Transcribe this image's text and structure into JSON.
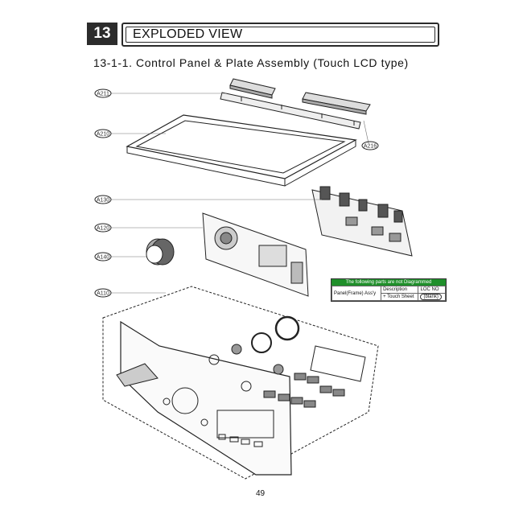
{
  "section": {
    "number": "13",
    "title": "EXPLODED VIEW"
  },
  "subtitle": "13-1-1. Control Panel & Plate Assembly (Touch LCD type)",
  "callouts": [
    "A211",
    "A210",
    "A216",
    "A130",
    "A120",
    "A140",
    "A110"
  ],
  "legend": {
    "header": "The following parts are not Diagrammed",
    "row_label": "Panel(Frame) Ass'y",
    "col_description": "Description",
    "col_loc": "LOC NO",
    "item_description": "+ Touch Sheet",
    "item_loc": "(blank)"
  },
  "page_number": "49"
}
